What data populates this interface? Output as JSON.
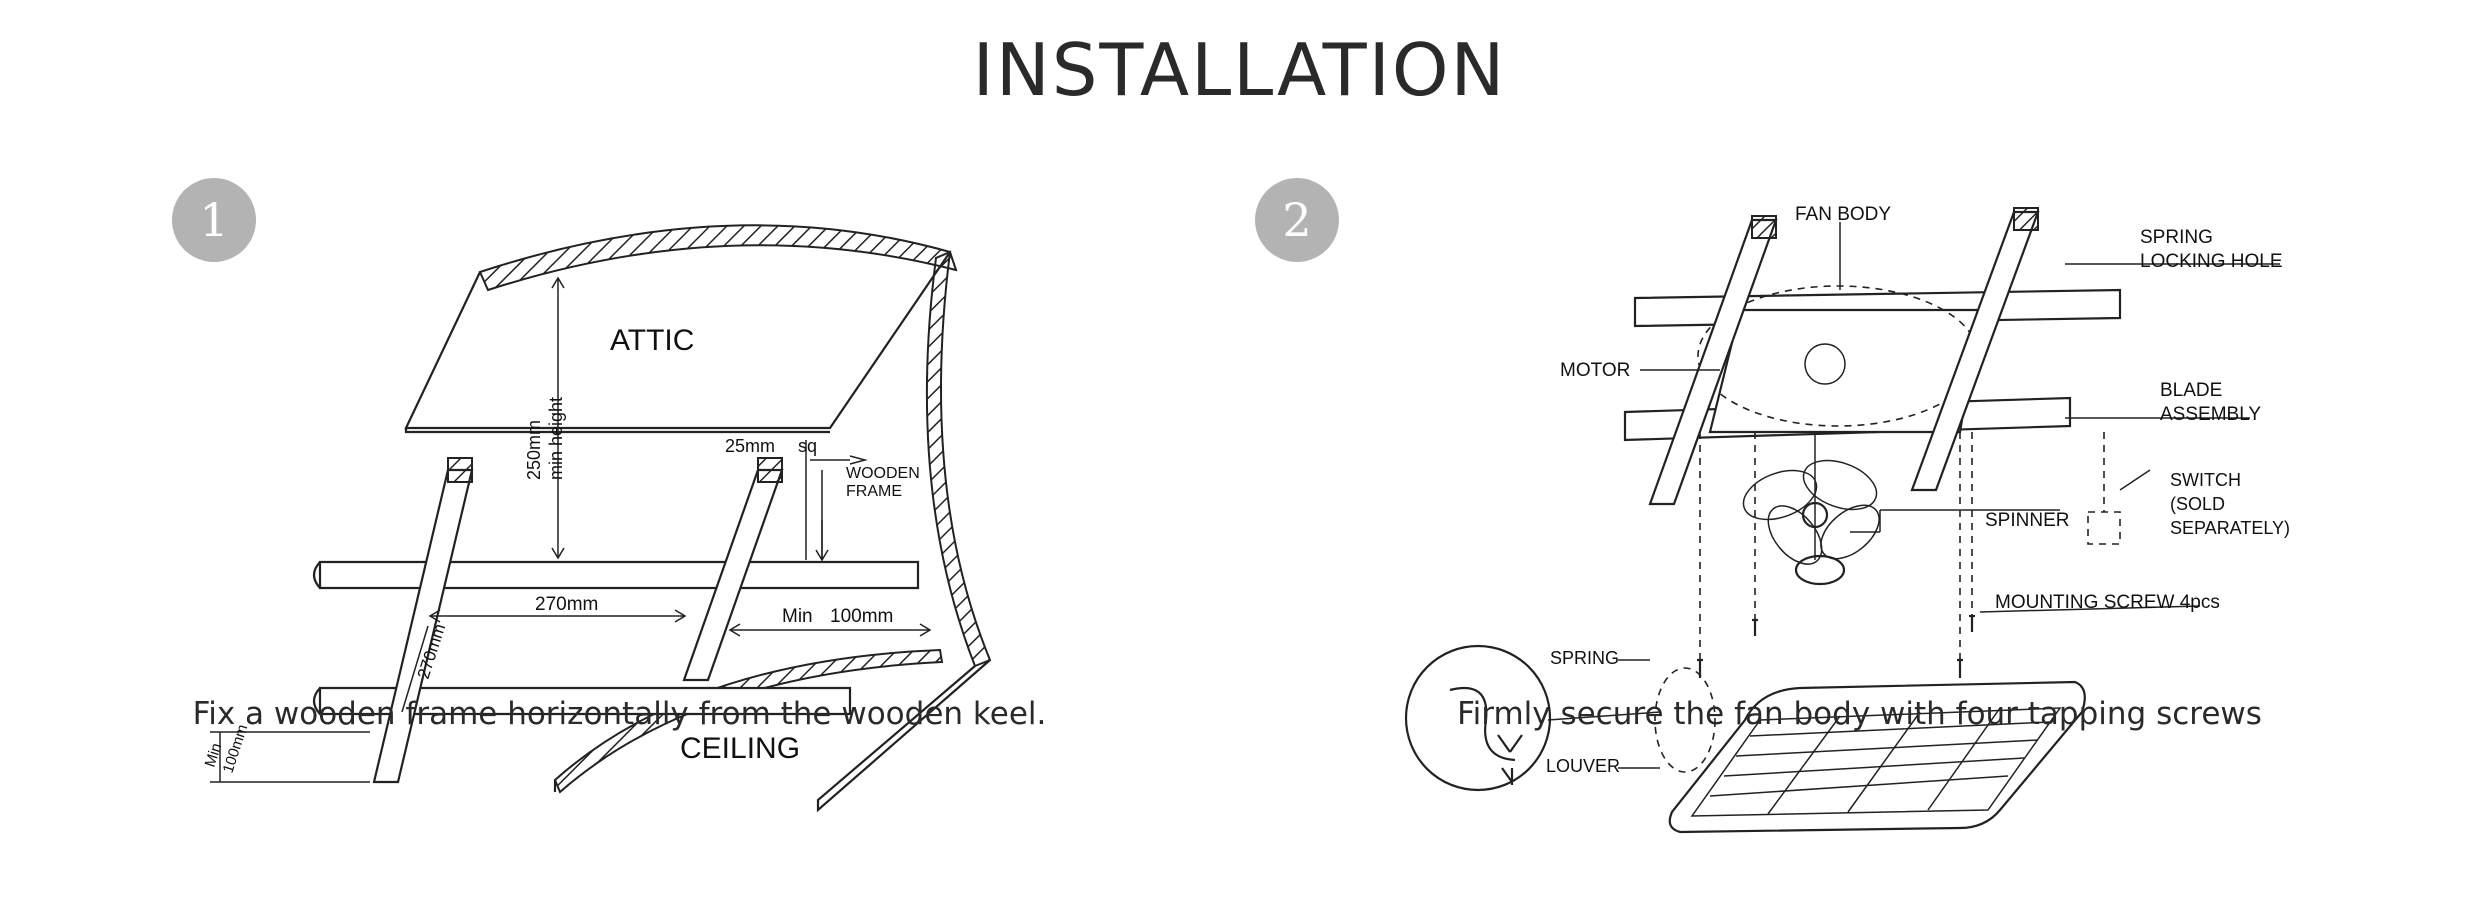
{
  "header": {
    "title": "INSTALLATION"
  },
  "steps": [
    {
      "number": "1",
      "labels": {
        "attic": "ATTIC",
        "ceiling": "CEILING",
        "height": "250mm",
        "height2": "min height",
        "sq": "25mm",
        "sq2": "sq",
        "frame1": "WOODEN",
        "frame2": "FRAME",
        "width": "270mm",
        "depth": "270mm",
        "min_a": "Min",
        "min_b": "100mm",
        "min_c": "Min",
        "min_d": "100mm"
      },
      "caption": "Fix a wooden frame horizontally from the wooden keel."
    },
    {
      "number": "2",
      "labels": {
        "fan_body": "FAN BODY",
        "spring_hole1": "SPRING",
        "spring_hole2": "LOCKING HOLE",
        "motor": "MOTOR",
        "blade1": "BLADE",
        "blade2": "ASSEMBLY",
        "switch1": "SWITCH",
        "switch2": "(SOLD",
        "switch3": "SEPARATELY)",
        "spinner": "SPINNER",
        "screw": "MOUNTING SCREW 4pcs",
        "spring": "SPRING",
        "louver": "LOUVER"
      },
      "caption": "Firmly secure the fan body with four tapping screws"
    }
  ]
}
